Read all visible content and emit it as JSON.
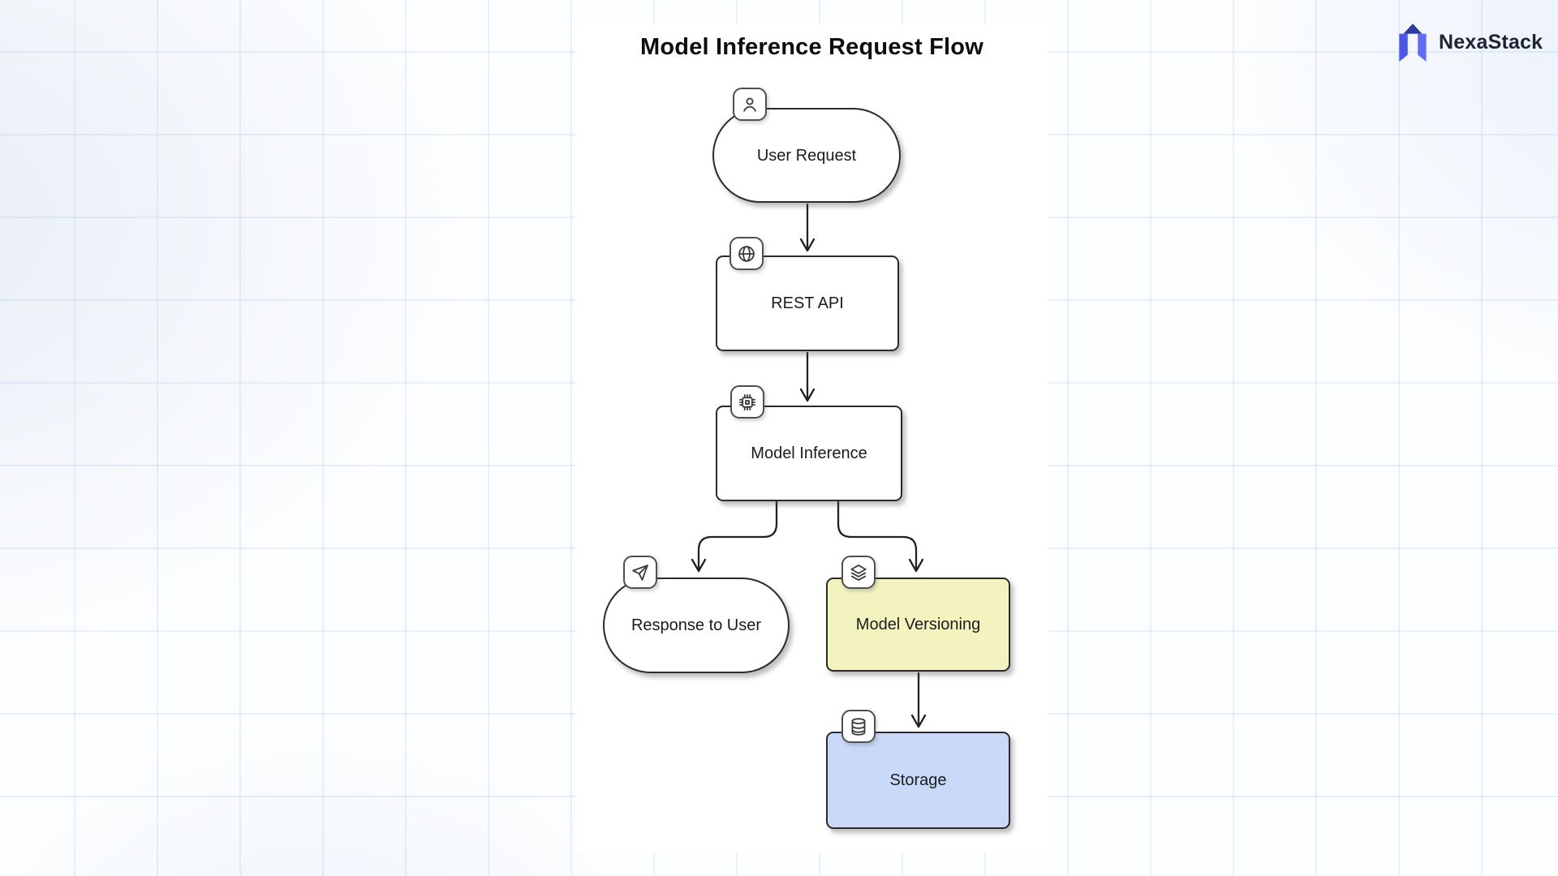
{
  "brand": {
    "name": "NexaStack",
    "logo_icon": "nexastack-mark-icon",
    "colors": {
      "mark_dark": "#2f3a9e",
      "mark_mid": "#4a59e4",
      "mark_light": "#5f6ef2",
      "text": "#1d2433"
    }
  },
  "diagram": {
    "title": "Model Inference Request Flow",
    "background": {
      "grid_color": "#dde7f7",
      "panel_color": "#ffffff"
    },
    "nodes": [
      {
        "id": "user-request",
        "label": "User Request",
        "shape": "stadium",
        "icon": "user-icon",
        "fill": "#ffffff"
      },
      {
        "id": "rest-api",
        "label": "REST API",
        "shape": "rect",
        "icon": "globe-icon",
        "fill": "#ffffff"
      },
      {
        "id": "model-inference",
        "label": "Model Inference",
        "shape": "rect",
        "icon": "chip-icon",
        "fill": "#ffffff"
      },
      {
        "id": "response-to-user",
        "label": "Response to User",
        "shape": "stadium",
        "icon": "send-icon",
        "fill": "#ffffff"
      },
      {
        "id": "model-versioning",
        "label": "Model Versioning",
        "shape": "rect",
        "icon": "layers-icon",
        "fill": "#f3f3c0"
      },
      {
        "id": "storage",
        "label": "Storage",
        "shape": "rect",
        "icon": "database-icon",
        "fill": "#c9d9f7"
      }
    ],
    "edges": [
      {
        "from": "user-request",
        "to": "rest-api"
      },
      {
        "from": "rest-api",
        "to": "model-inference"
      },
      {
        "from": "model-inference",
        "to": "response-to-user"
      },
      {
        "from": "model-inference",
        "to": "model-versioning"
      },
      {
        "from": "model-versioning",
        "to": "storage"
      }
    ]
  }
}
